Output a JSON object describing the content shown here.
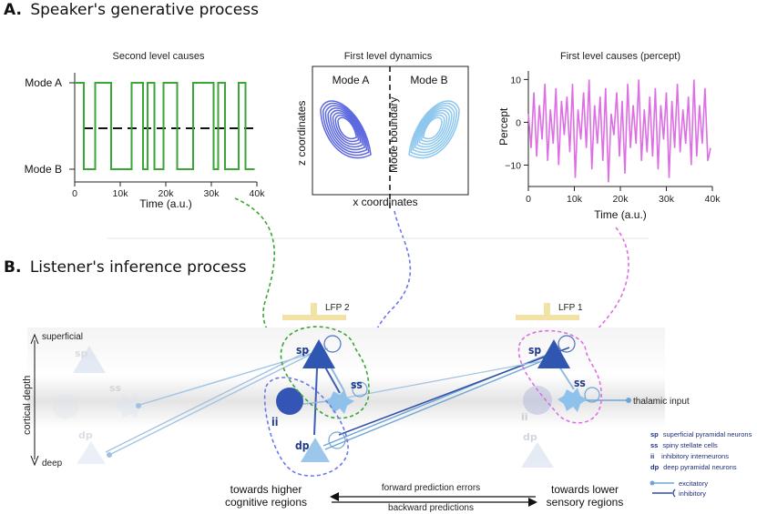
{
  "section_a": {
    "letter": "A.",
    "title": "Speaker's generative process"
  },
  "section_b": {
    "letter": "B.",
    "title": "Listener's inference process"
  },
  "panel1": {
    "title": "Second level causes",
    "y_ticks": [
      "Mode A",
      "Mode B"
    ],
    "x_ticks": [
      "0",
      "10k",
      "20k",
      "30k",
      "40k"
    ],
    "xlabel": "Time (a.u.)",
    "color": "#3aa635"
  },
  "panel2": {
    "title": "First level dynamics",
    "mode_a": "Mode A",
    "mode_b": "Mode B",
    "boundary_label": "Mode boundary",
    "xlabel": "x coordinates",
    "ylabel": "z coordinates",
    "color_a": "#5d68e0",
    "color_b": "#8ec7ee"
  },
  "panel3": {
    "title": "First level causes (percept)",
    "y_ticks": [
      "10",
      "0",
      "−10"
    ],
    "x_ticks": [
      "0",
      "10k",
      "20k",
      "30k",
      "40k"
    ],
    "xlabel": "Time (a.u.)",
    "ylabel": "Percept",
    "color": "#dd6ee4"
  },
  "chart_data": [
    {
      "type": "line",
      "title": "Second level causes",
      "xlabel": "Time (a.u.)",
      "ylabel": "",
      "xlim": [
        0,
        40000
      ],
      "y_categories": [
        "Mode B",
        "Mode A"
      ],
      "series": [
        {
          "x": [
            0,
            2000,
            2000,
            4500,
            4500,
            8000,
            8000,
            12500,
            12500,
            15000,
            15000,
            16000,
            16000,
            17500,
            17500,
            19500,
            19500,
            22500,
            22500,
            26000,
            26000,
            30500,
            30500,
            31500,
            31500,
            33000,
            33000,
            36000,
            36000,
            37500,
            37500,
            39500
          ],
          "y": [
            "Mode A",
            "Mode A",
            "Mode B",
            "Mode B",
            "Mode A",
            "Mode A",
            "Mode B",
            "Mode B",
            "Mode A",
            "Mode A",
            "Mode B",
            "Mode B",
            "Mode A",
            "Mode A",
            "Mode B",
            "Mode B",
            "Mode A",
            "Mode A",
            "Mode B",
            "Mode B",
            "Mode A",
            "Mode A",
            "Mode B",
            "Mode B",
            "Mode A",
            "Mode A",
            "Mode B",
            "Mode B",
            "Mode A",
            "Mode A",
            "Mode B",
            "Mode B"
          ]
        }
      ],
      "threshold": "dashed line midway between Mode A and Mode B"
    },
    {
      "type": "line",
      "title": "First level dynamics",
      "xlabel": "x coordinates",
      "ylabel": "z coordinates",
      "series": [
        {
          "name": "Mode A",
          "shape": "lorenz-like attractor lobe, left of boundary"
        },
        {
          "name": "Mode B",
          "shape": "lorenz-like attractor lobe, right of boundary"
        }
      ],
      "annotations": [
        "Mode boundary"
      ]
    },
    {
      "type": "line",
      "title": "First level causes (percept)",
      "xlabel": "Time (a.u.)",
      "ylabel": "Percept",
      "xlim": [
        0,
        40000
      ],
      "ylim": [
        -15,
        12
      ],
      "yticks": [
        10,
        0,
        -10
      ],
      "series": [
        {
          "x": [
            0,
            600,
            1200,
            1800,
            2400,
            3000,
            3600,
            4200,
            4800,
            5400,
            6000,
            6600,
            7200,
            7800,
            8400,
            9000,
            9600,
            10200,
            10800,
            11400,
            12000,
            12600,
            13200,
            13800,
            14400,
            15000,
            15600,
            16200,
            16800,
            17400,
            18000,
            18600,
            19200,
            19800,
            20400,
            21000,
            21600,
            22200,
            22800,
            23400,
            24000,
            24600,
            25200,
            25800,
            26400,
            27000,
            27600,
            28200,
            28800,
            29400,
            30000,
            30600,
            31200,
            31800,
            32400,
            33000,
            33600,
            34200,
            34800,
            35400,
            36000,
            36600,
            37200,
            37800,
            38400,
            39000,
            39600
          ],
          "y": [
            2,
            -6,
            7,
            -8,
            4,
            -4,
            9,
            -9,
            3,
            -5,
            8,
            -10,
            5,
            -3,
            6,
            -7,
            9,
            -13,
            3,
            -4,
            7,
            -6,
            10,
            -11,
            4,
            -5,
            6,
            -9,
            8,
            -14,
            2,
            -3,
            7,
            -8,
            5,
            -12,
            9,
            -6,
            4,
            -5,
            10,
            -9,
            3,
            -7,
            6,
            -8,
            8,
            -11,
            4,
            -4,
            7,
            -13,
            5,
            -6,
            9,
            -7,
            3,
            -5,
            6,
            -10,
            10,
            -8,
            4,
            -5,
            8,
            -9,
            -6
          ]
        }
      ]
    }
  ],
  "layers": {
    "superficial": "superficial",
    "deep": "deep",
    "axis_label": "cortical depth"
  },
  "lfp": {
    "lfp2": "LFP 2",
    "lfp1": "LFP 1"
  },
  "neurons": {
    "sp": "sp",
    "ss": "ss",
    "ii": "ii",
    "dp": "dp"
  },
  "thalamic_input": "thalamic input",
  "legend": {
    "items": [
      {
        "abbr": "sp",
        "text": "superficial pyramidal neurons"
      },
      {
        "abbr": "ss",
        "text": "spiny stellate cells"
      },
      {
        "abbr": "ii",
        "text": "inhibitory interneurons"
      },
      {
        "abbr": "dp",
        "text": "deep pyramidal neurons"
      }
    ],
    "excitatory": "excitatory",
    "inhibitory": "inhibitory"
  },
  "bottom": {
    "left_line1": "towards higher",
    "left_line2": "cognitive regions",
    "right_line1": "towards lower",
    "right_line2": "sensory regions",
    "forward": "forward prediction errors",
    "backward": "backward predictions"
  }
}
